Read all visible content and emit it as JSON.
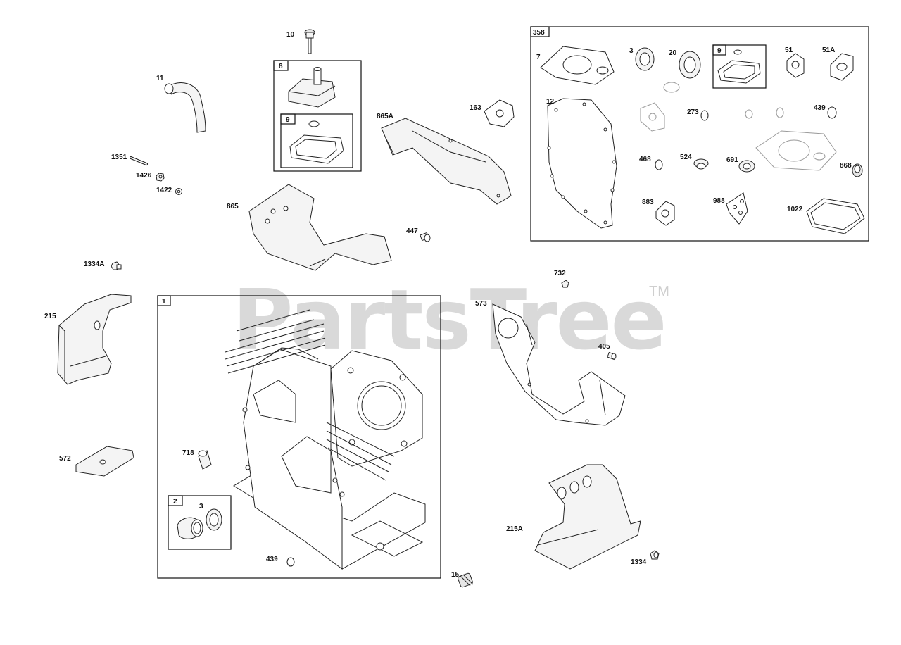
{
  "watermark": {
    "text": "PartsTree",
    "trademark": "TM"
  },
  "callouts": [
    {
      "id": "c10",
      "label": "10"
    },
    {
      "id": "c8",
      "label": "8"
    },
    {
      "id": "c9a",
      "label": "9"
    },
    {
      "id": "c11",
      "label": "11"
    },
    {
      "id": "c1351",
      "label": "1351"
    },
    {
      "id": "c1426",
      "label": "1426"
    },
    {
      "id": "c1422",
      "label": "1422"
    },
    {
      "id": "c865",
      "label": "865"
    },
    {
      "id": "c865A",
      "label": "865A"
    },
    {
      "id": "c163",
      "label": "163"
    },
    {
      "id": "c447",
      "label": "447"
    },
    {
      "id": "c1334A",
      "label": "1334A"
    },
    {
      "id": "c215",
      "label": "215"
    },
    {
      "id": "c572",
      "label": "572"
    },
    {
      "id": "c1",
      "label": "1"
    },
    {
      "id": "c718",
      "label": "718"
    },
    {
      "id": "c2",
      "label": "2"
    },
    {
      "id": "c3b",
      "label": "3"
    },
    {
      "id": "c439b",
      "label": "439"
    },
    {
      "id": "c15",
      "label": "15"
    },
    {
      "id": "c573",
      "label": "573"
    },
    {
      "id": "c732",
      "label": "732"
    },
    {
      "id": "c405",
      "label": "405"
    },
    {
      "id": "c215A",
      "label": "215A"
    },
    {
      "id": "c1334",
      "label": "1334"
    },
    {
      "id": "c358",
      "label": "358"
    },
    {
      "id": "c7",
      "label": "7"
    },
    {
      "id": "c3a",
      "label": "3"
    },
    {
      "id": "c20",
      "label": "20"
    },
    {
      "id": "c9b",
      "label": "9"
    },
    {
      "id": "c51",
      "label": "51"
    },
    {
      "id": "c51A",
      "label": "51A"
    },
    {
      "id": "c12",
      "label": "12"
    },
    {
      "id": "c273",
      "label": "273"
    },
    {
      "id": "c439a",
      "label": "439"
    },
    {
      "id": "c468",
      "label": "468"
    },
    {
      "id": "c524",
      "label": "524"
    },
    {
      "id": "c691",
      "label": "691"
    },
    {
      "id": "c868",
      "label": "868"
    },
    {
      "id": "c883",
      "label": "883"
    },
    {
      "id": "c988",
      "label": "988"
    },
    {
      "id": "c1022",
      "label": "1022"
    }
  ]
}
